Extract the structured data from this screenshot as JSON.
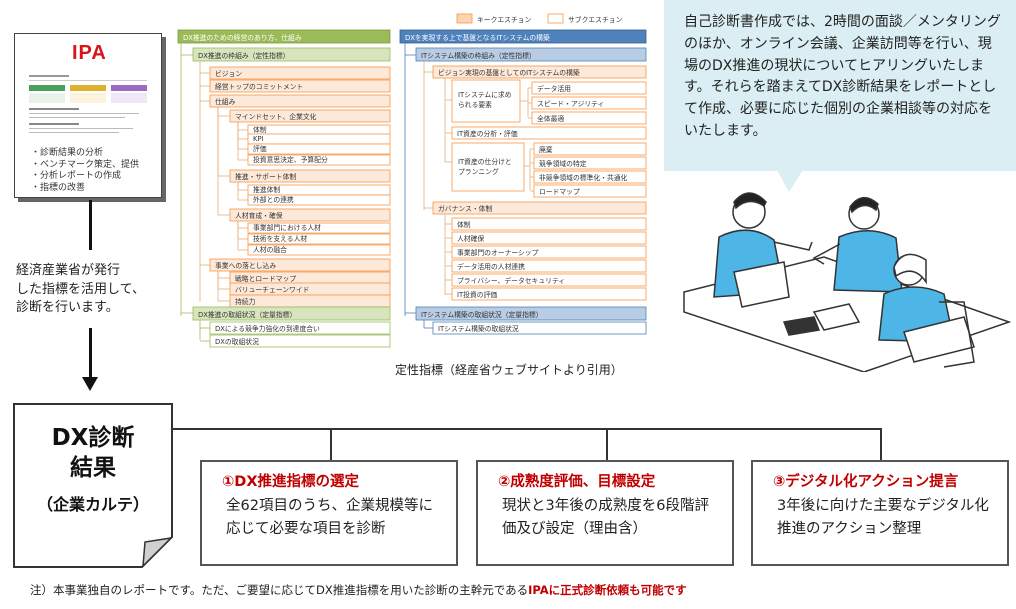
{
  "doc_card": {
    "logo": "IPA",
    "bullets": [
      "診断結果の分析",
      "ベンチマーク策定、提供",
      "分析レポートの作成",
      "指標の改善"
    ]
  },
  "left_description": [
    "経済産業省が発行",
    "した指標を活用して、",
    "診断を行います。"
  ],
  "legend": {
    "key": "キークエスチョン",
    "sub": "サブクエスチョン"
  },
  "tree_left": {
    "header": "DX推進のための経営のあり方、仕組み",
    "frame": "DX推進の枠組み（定性指標）",
    "items": [
      {
        "label": "ビジョン",
        "level": 1
      },
      {
        "label": "経営トップのコミットメント",
        "level": 1
      },
      {
        "label": "仕組み",
        "level": 1
      },
      {
        "label": "マインドセット、企業文化",
        "level": 2
      },
      {
        "label": "体制",
        "level": 3
      },
      {
        "label": "KPI",
        "level": 3
      },
      {
        "label": "評価",
        "level": 3
      },
      {
        "label": "投資意思決定、予算配分",
        "level": 3
      },
      {
        "label": "推進・サポート体制",
        "level": 2
      },
      {
        "label": "推進体制",
        "level": 3
      },
      {
        "label": "外部との連携",
        "level": 3
      },
      {
        "label": "人材育成・確保",
        "level": 2
      },
      {
        "label": "事業部門における人材",
        "level": 3
      },
      {
        "label": "技術を支える人材",
        "level": 3
      },
      {
        "label": "人材の融合",
        "level": 3
      },
      {
        "label": "事業への落とし込み",
        "level": 1
      },
      {
        "label": "戦略とロードマップ",
        "level": 2
      },
      {
        "label": "バリューチェーンワイド",
        "level": 2
      },
      {
        "label": "持続力",
        "level": 2
      }
    ],
    "quant_frame": "DX推進の取組状況（定量指標）",
    "quant_items": [
      "DXによる競争力強化の到達度合い",
      "DXの取組状況"
    ]
  },
  "tree_right": {
    "header": "DXを実現する上で基盤となるITシステムの構築",
    "frame": "ITシステム構築の枠組み（定性指標）",
    "sub1": "ビジョン実現の基盤としてのITシステムの構築",
    "group1_label": [
      "ITシステムに求め",
      "られる要素"
    ],
    "group1_items": [
      "データ活用",
      "スピード・アジリティ",
      "全体最適"
    ],
    "it_asset": "IT資産の分析・評価",
    "group2_label": [
      "IT資産の仕分けと",
      "プランニング"
    ],
    "group2_items": [
      "廃棄",
      "競争領域の特定",
      "非競争領域の標準化・共通化",
      "ロードマップ"
    ],
    "gov": "ガバナンス・体制",
    "gov_items": [
      "体制",
      "人材確保",
      "事業部門のオーナーシップ",
      "データ活用の人材連携",
      "プライバシー、データセキュリティ",
      "IT投資の評価"
    ],
    "quant_frame": "ITシステム構築の取組状況（定量指標）",
    "quant_items": [
      "ITシステム構築の取組状況"
    ]
  },
  "tree_caption": "定性指標（経産省ウェブサイトより引用）",
  "bubble_text": "自己診断書作成では、2時間の面談／メンタリングのほか、オンライン会議、企業訪問等を行い、現場のDX推進の現状についてヒアリングいたします。それらを踏まえてDX診断結果をレポートとして作成、必要に応じた個別の企業相談等の対応をいたします。",
  "result": {
    "title_line1": "DX診断",
    "title_line2": "結果",
    "subtitle": "（企業カルテ）"
  },
  "steps": [
    {
      "title": "①DX推進指標の選定",
      "body": "全62項目のうち、企業規模等に応じて必要な項目を診断"
    },
    {
      "title": "②成熟度評価、目標設定",
      "body": "現状と3年後の成熟度を6段階評価及び設定（理由含）"
    },
    {
      "title": "③デジタル化アクション提言",
      "body": "3年後に向けた主要なデジタル化推進のアクション整理"
    }
  ],
  "footnote": {
    "text": "注）本事業独自のレポートです。ただ、ご要望に応じてDX推進指標を用いた診断の主幹元である",
    "highlight": "IPAに正式診断依頼も可能です"
  },
  "colors": {
    "accent_red": "#c00000",
    "green_frame": "#9bbb59",
    "blue_frame": "#4f81bd",
    "orange_box": "#f79646",
    "bubble_bg": "#daeef3"
  }
}
